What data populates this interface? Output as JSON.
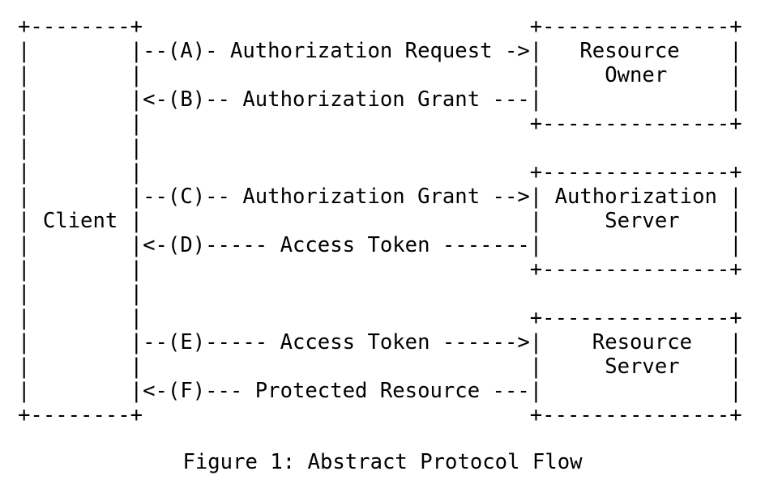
{
  "document": {
    "type": "ascii-art-diagram",
    "title": "Abstract Protocol Flow",
    "caption": "Figure 1: Abstract Protocol Flow",
    "background_color": "#ffffff",
    "text_color": "#000000"
  },
  "diagram": {
    "ascii": "+--------+                               +---------------+\n|        |--(A)- Authorization Request ->|   Resource    |\n|        |                               |     Owner     |\n|        |<-(B)-- Authorization Grant ---|               |\n|        |                               +---------------+\n|        |\n|        |                               +---------------+\n|        |--(C)-- Authorization Grant -->| Authorization |\n| Client |                               |     Server    |\n|        |<-(D)----- Access Token -------|               |\n|        |                               +---------------+\n|        |\n|        |                               +---------------+\n|        |--(E)----- Access Token ------>|    Resource   |\n|        |                               |     Server    |\n|        |<-(F)--- Protected Resource ---|               |\n+--------+                               +---------------+",
    "nodes": [
      {
        "id": "client",
        "label": "Client",
        "label_lines": [
          "Client"
        ]
      },
      {
        "id": "resource-owner",
        "label": "Resource Owner",
        "label_lines": [
          "Resource",
          "Owner"
        ]
      },
      {
        "id": "authorization-server",
        "label": "Authorization Server",
        "label_lines": [
          "Authorization",
          "Server"
        ]
      },
      {
        "id": "resource-server",
        "label": "Resource Server",
        "label_lines": [
          "Resource",
          "Server"
        ]
      }
    ],
    "flows": [
      {
        "step": "A",
        "label": "Authorization Request",
        "from": "client",
        "to": "resource-owner",
        "direction": "right",
        "arrow": "->"
      },
      {
        "step": "B",
        "label": "Authorization Grant",
        "from": "resource-owner",
        "to": "client",
        "direction": "left",
        "arrow": "<-"
      },
      {
        "step": "C",
        "label": "Authorization Grant",
        "from": "client",
        "to": "authorization-server",
        "direction": "right",
        "arrow": "-->"
      },
      {
        "step": "D",
        "label": "Access Token",
        "from": "authorization-server",
        "to": "client",
        "direction": "left",
        "arrow": "<-"
      },
      {
        "step": "E",
        "label": "Access Token",
        "from": "client",
        "to": "resource-server",
        "direction": "right",
        "arrow": "->"
      },
      {
        "step": "F",
        "label": "Protected Resource",
        "from": "resource-server",
        "to": "client",
        "direction": "left",
        "arrow": "<-"
      }
    ]
  }
}
